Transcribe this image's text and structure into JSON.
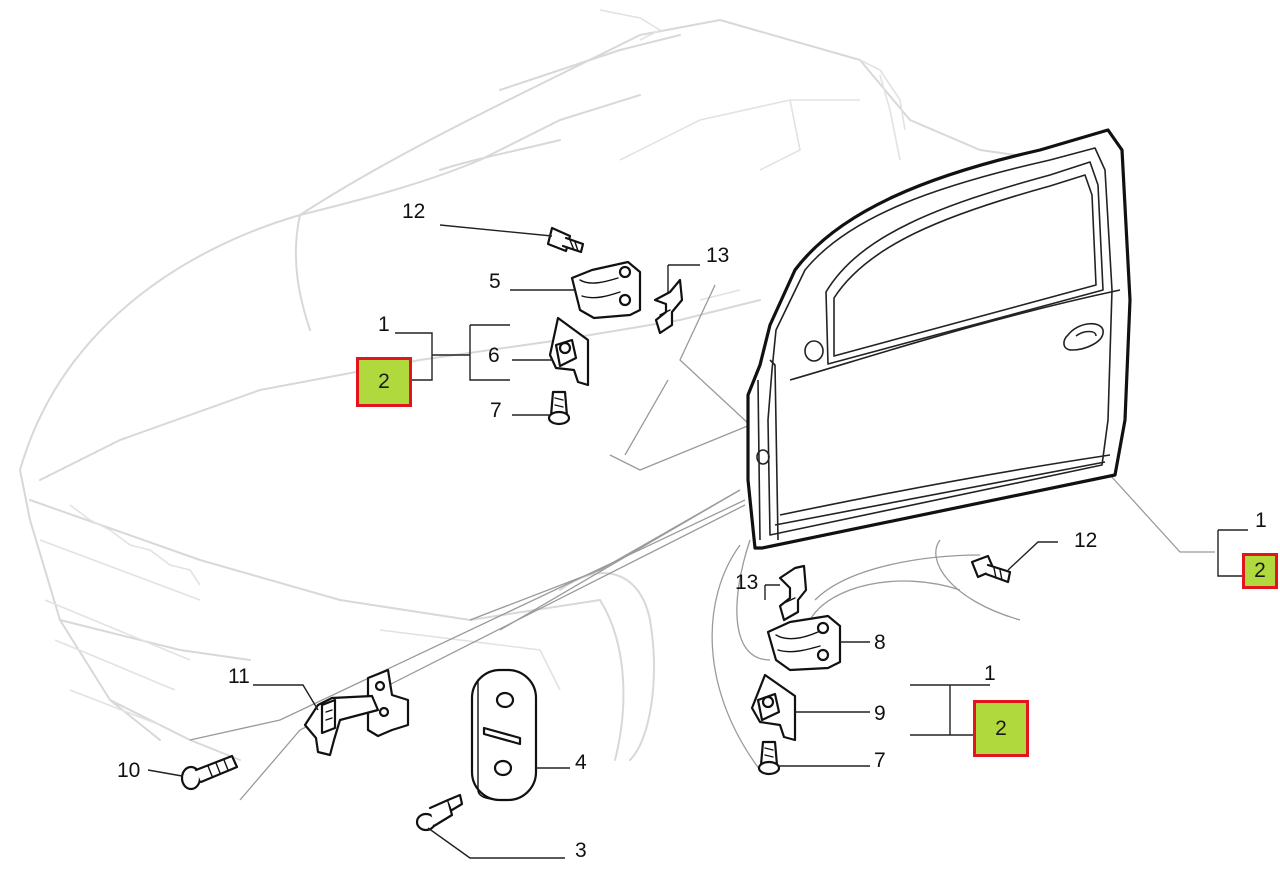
{
  "diagram": {
    "callouts": [
      {
        "id": "c12a",
        "text": "12"
      },
      {
        "id": "c13a",
        "text": "13"
      },
      {
        "id": "c5",
        "text": "5"
      },
      {
        "id": "c1a",
        "text": "1"
      },
      {
        "id": "c2a",
        "text": "2",
        "highlighted": true
      },
      {
        "id": "c6",
        "text": "6"
      },
      {
        "id": "c7a",
        "text": "7"
      },
      {
        "id": "c1b",
        "text": "1"
      },
      {
        "id": "c2b",
        "text": "2",
        "highlighted": true
      },
      {
        "id": "c12b",
        "text": "12"
      },
      {
        "id": "c13b",
        "text": "13"
      },
      {
        "id": "c8",
        "text": "8"
      },
      {
        "id": "c1c",
        "text": "1"
      },
      {
        "id": "c9",
        "text": "9"
      },
      {
        "id": "c2c",
        "text": "2",
        "highlighted": true
      },
      {
        "id": "c7b",
        "text": "7"
      },
      {
        "id": "c11",
        "text": "11"
      },
      {
        "id": "c10",
        "text": "10"
      },
      {
        "id": "c4",
        "text": "4"
      },
      {
        "id": "c3",
        "text": "3"
      }
    ],
    "colors": {
      "highlight_fill": "#b0d93d",
      "highlight_border": "#e2141d",
      "line_art": "#111111",
      "background_car": "#d8d8d8"
    }
  }
}
